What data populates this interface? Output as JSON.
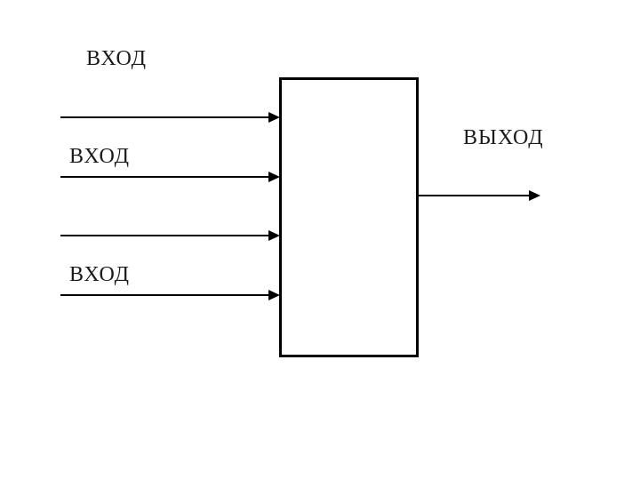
{
  "diagram": {
    "type": "block-diagram",
    "block": {
      "label": ""
    },
    "inputs": [
      {
        "label": "ВХОД"
      },
      {
        "label": "ВХОД"
      },
      {
        "label": ""
      },
      {
        "label": "ВХОД"
      }
    ],
    "output": {
      "label": "ВЫХОД"
    },
    "colors": {
      "background": "#ffffff",
      "line": "#000000",
      "text": "#1b1b1b"
    }
  }
}
